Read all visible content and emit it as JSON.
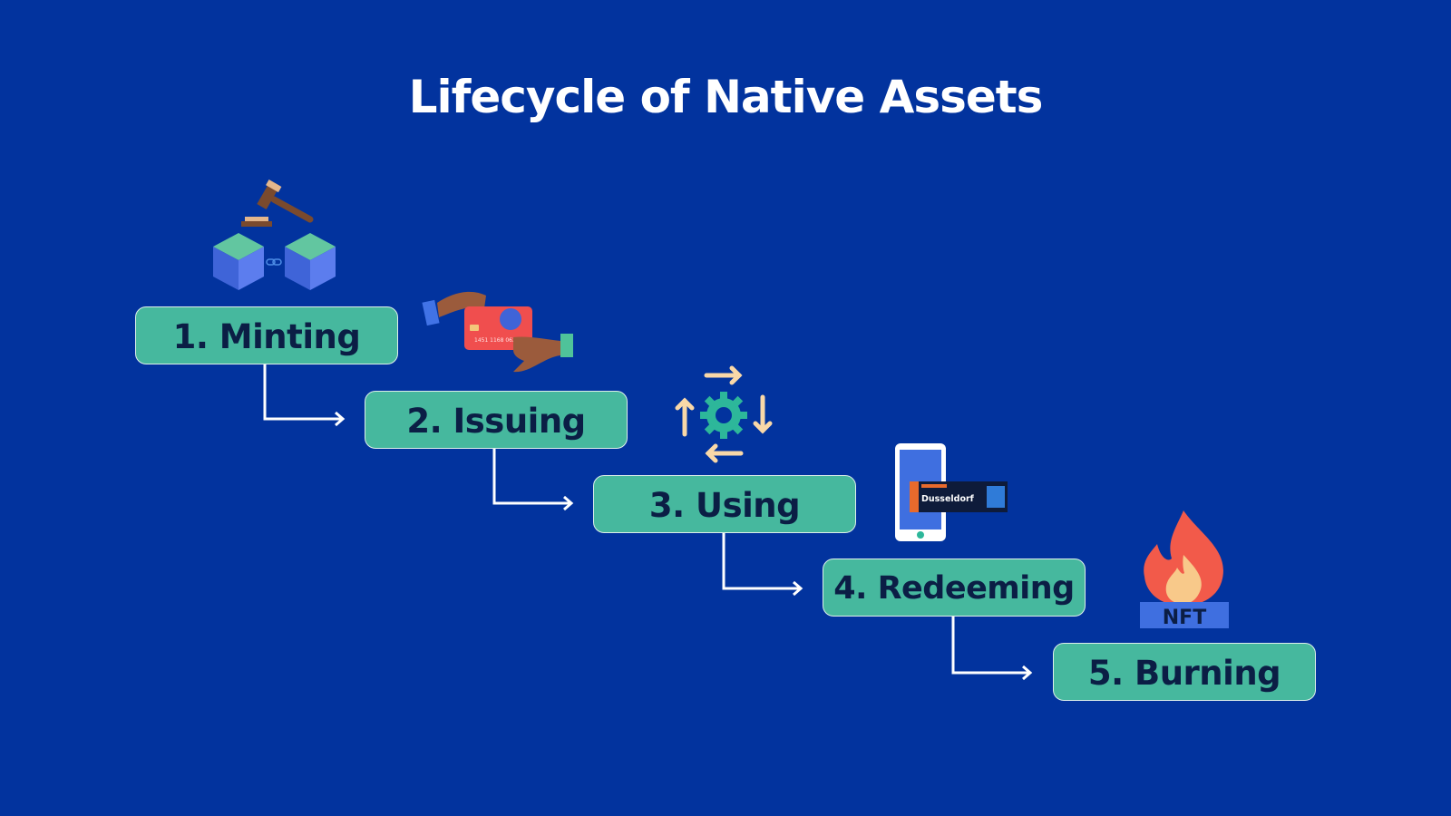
{
  "title": "Lifecycle of Native Assets",
  "steps": [
    {
      "label": "1. Minting"
    },
    {
      "label": "2. Issuing"
    },
    {
      "label": "3. Using"
    },
    {
      "label": "4. Redeeming"
    },
    {
      "label": "5. Burning"
    }
  ],
  "icons": {
    "minting": "gavel-blocks-icon",
    "issuing": "card-handover-icon",
    "using": "gear-cycle-icon",
    "redeeming": "phone-ticket-icon",
    "burning": "nft-flame-icon"
  },
  "ticket_city": "Dusseldorf",
  "card_number": "1451 1168 0627 4189",
  "nft_label": "NFT",
  "colors": {
    "background": "#02339E",
    "step_fill": "#46B89E",
    "step_text": "#0B1E45",
    "arrow": "#FFFFFF"
  }
}
